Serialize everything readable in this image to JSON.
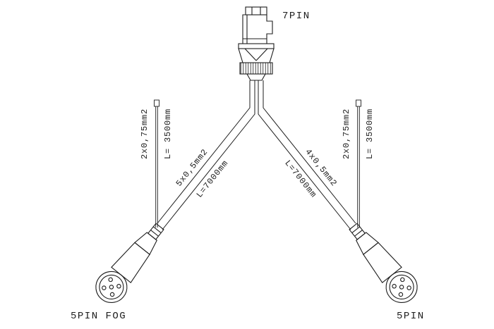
{
  "diagram": {
    "background": "#ffffff",
    "line_color": "#1d1d1d",
    "top_connector": {
      "label": "7PIN"
    },
    "bottom_left_connector": {
      "label": "5PIN FOG"
    },
    "bottom_right_connector": {
      "label": "5PIN"
    },
    "branch_wire_left": {
      "spec": "2x0,75mm2",
      "length": "L= 3500mm"
    },
    "branch_wire_right": {
      "spec": "2x0,75mm2",
      "length": "L= 3500mm"
    },
    "main_cable_left": {
      "spec": "5x0,5mm2",
      "length": "L=7000mm"
    },
    "main_cable_right": {
      "spec": "4x0,5mm2",
      "length": "L=7000mm"
    }
  }
}
